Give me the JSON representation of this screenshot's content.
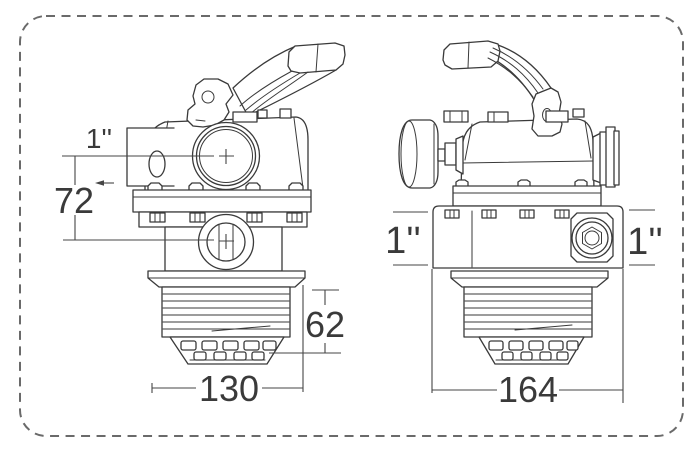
{
  "drawing": {
    "description": "Two-view dimensional technical drawing of a multiport sand-filter valve",
    "colors": {
      "line": "#3a3a3a",
      "dim": "#454545",
      "border": "#6a6a6a",
      "background": "#ffffff"
    },
    "front_view": {
      "dim_port_size": "1''",
      "dim_port_spacing": "72",
      "dim_thread_height": "62",
      "dim_base_width": "130"
    },
    "side_view": {
      "dim_left_port_size": "1''",
      "dim_right_port_size": "1''",
      "dim_base_width": "164"
    }
  }
}
